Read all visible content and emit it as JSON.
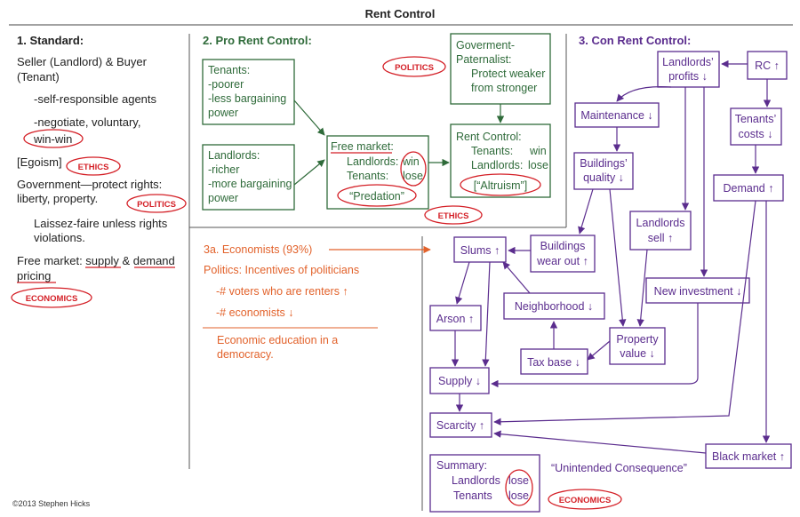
{
  "title": "Rent Control",
  "copyright": "©2013 Stephen Hicks",
  "standard": {
    "heading": "1. Standard:",
    "lines": [
      "Seller (Landlord) & Buyer",
      "(Tenant)"
    ],
    "agents": "-self-responsible agents",
    "negotiate": "-negotiate, voluntary,",
    "winwin": "win-win",
    "egoism": "[Egoism]",
    "ethics_tag": "ETHICS",
    "gov1": "Government—protect rights:",
    "gov2": "liberty, property.",
    "politics_tag": "POLITICS",
    "laissez1": "Laissez-faire unless rights",
    "laissez2": "violations.",
    "fm_prefix": "Free market: ",
    "fm_supply": "supply",
    "fm_amp": " & ",
    "fm_demand": "demand",
    "fm_pricing": "pricing",
    "economics_tag": "ECONOMICS"
  },
  "pro": {
    "heading": "2. Pro Rent Control:",
    "tenants": [
      "Tenants:",
      "-poorer",
      "-less bargaining",
      "power"
    ],
    "landlords": [
      "Landlords:",
      "-richer",
      "-more bargaining",
      "power"
    ],
    "politics_tag": "POLITICS",
    "gov": [
      "Goverment-",
      "Paternalist:",
      "Protect weaker",
      "from stronger"
    ],
    "fm_title": "Free market:",
    "fm_landlords": "Landlords:",
    "fm_win": "win",
    "fm_tenants": "Tenants:",
    "fm_lose": "lose",
    "predation": "“Predation”",
    "rc_title": "Rent Control:",
    "rc_tenants": "Tenants:",
    "rc_tenants_val": "win",
    "rc_landlords": "Landlords:",
    "rc_landlords_val": "lose",
    "altruism": "[“Altruism”]",
    "ethics_tag": "ETHICS"
  },
  "econ": {
    "line1": "3a. Economists (93%)",
    "line2": "Politics: Incentives of politicians",
    "line3": "-# voters who are renters ↑",
    "line4": "-# economists ↓",
    "line5": "Economic education in a",
    "line6": "democracy."
  },
  "con": {
    "heading": "3. Con Rent Control:",
    "landlords_profits": [
      "Landlords’",
      "profits ↓"
    ],
    "rc": "RC ↑",
    "maintenance": "Maintenance ↓",
    "tenants_costs": [
      "Tenants’",
      "costs ↓"
    ],
    "buildings_quality": [
      "Buildings’",
      "quality ↓"
    ],
    "demand": "Demand ↑",
    "landlords_sell": [
      "Landlords",
      "sell ↑"
    ],
    "slums": "Slums ↑",
    "buildings_wear": [
      "Buildings",
      "wear out ↑"
    ],
    "new_investment": "New investment ↓",
    "neighborhood": "Neighborhood ↓",
    "arson": "Arson ↑",
    "property_value": [
      "Property",
      "value ↓"
    ],
    "tax_base": "Tax base ↓",
    "supply": "Supply ↓",
    "scarcity": "Scarcity ↑",
    "black_market": "Black market ↑",
    "summary_title": "Summary:",
    "summary_landlords": "Landlords",
    "summary_tenants": "Tenants",
    "summary_lose1": "lose",
    "summary_lose2": "lose",
    "unintended": "“Unintended Consequence”",
    "economics_tag": "ECONOMICS"
  }
}
